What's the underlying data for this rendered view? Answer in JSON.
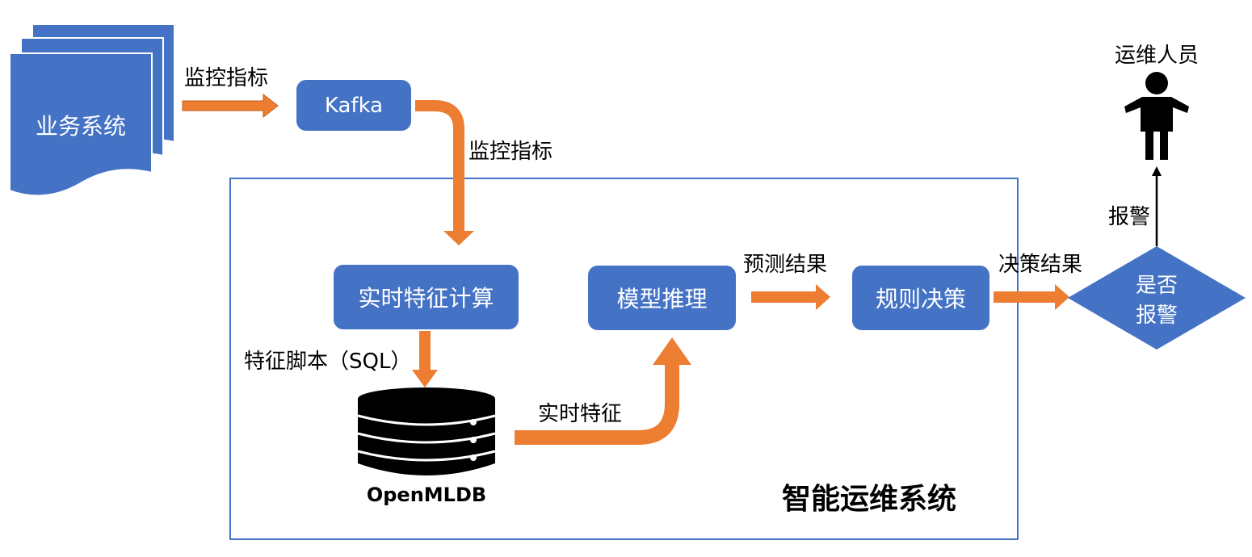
{
  "nodes": {
    "business_system": "业务系统",
    "kafka": "Kafka",
    "feature_compute": "实时特征计算",
    "model_inference": "模型推理",
    "rule_decision": "规则决策",
    "alarm_decision_line1": "是否",
    "alarm_decision_line2": "报警",
    "openmldb": "OpenMLDB",
    "ops_staff": "运维人员"
  },
  "edges": {
    "metrics_1": "监控指标",
    "metrics_2": "监控指标",
    "feature_script": "特征脚本（SQL）",
    "realtime_features": "实时特征",
    "prediction_result": "预测结果",
    "decision_result": "决策结果",
    "alarm": "报警"
  },
  "container": {
    "title": "智能运维系统"
  },
  "colors": {
    "node_fill": "#4472C4",
    "arrow": "#ED7D31",
    "container_border": "#4472C4",
    "database": "#000000"
  }
}
